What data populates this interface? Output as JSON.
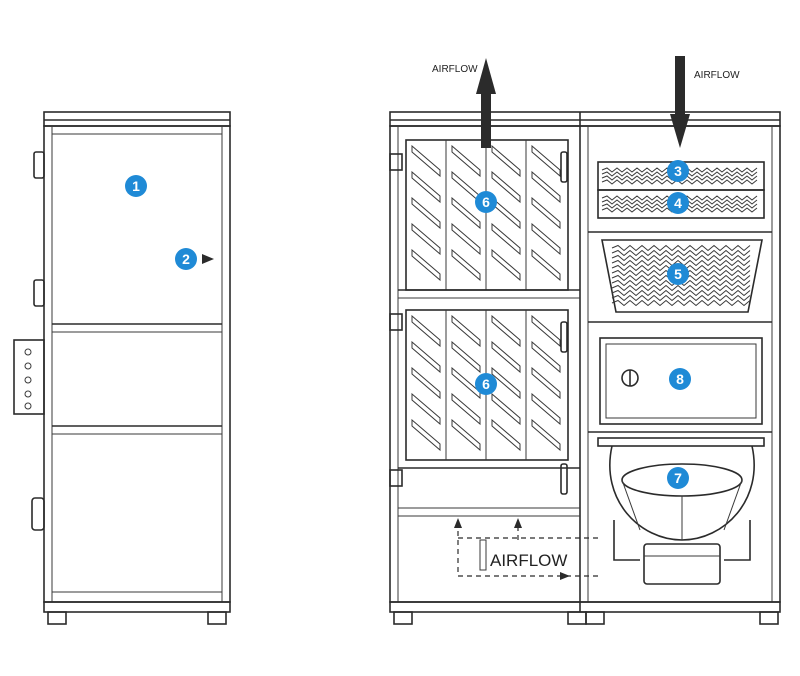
{
  "colors": {
    "line": "#2b2b2b",
    "badge": "#1f8ad6",
    "badge_text": "#ffffff",
    "background": "#ffffff"
  },
  "airflow_labels": {
    "exhaust": "AIRFLOW",
    "intake": "AIRFLOW",
    "internal": "AIRFLOW"
  },
  "callouts": {
    "side_door": "1",
    "latch": "2",
    "prefilter_top": "3",
    "prefilter_bottom": "4",
    "bag_filter": "5",
    "cartridge_upper": "6",
    "cartridge_lower": "6",
    "fan": "7",
    "control_box": "8"
  },
  "icons": [
    "upward-arrow-icon",
    "downward-arrow-icon",
    "callout-badge-icon",
    "rotary-switch-icon"
  ]
}
